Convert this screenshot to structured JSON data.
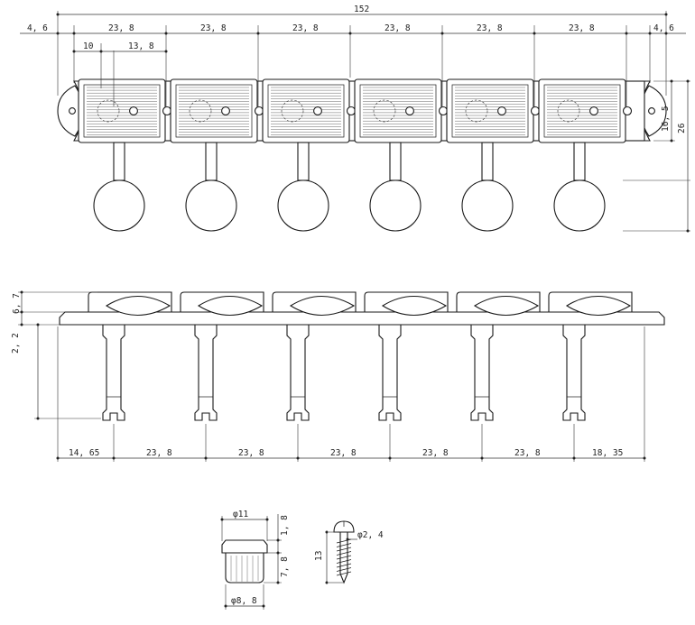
{
  "dimensions": {
    "overall_width": "152",
    "edge_left": "4, 6",
    "edge_right": "4, 6",
    "pitch": "23, 8",
    "hole_offset_a": "10",
    "hole_offset_b": "13, 8",
    "height_plate": "16, 5",
    "height_total": "26",
    "side_button_height": "6, 7",
    "side_plate_thickness": "2, 2",
    "side_post_left": "14, 65",
    "side_post_right": "18, 35",
    "bushing_top_diameter": "φ11",
    "bushing_flange": "1, 8",
    "bushing_body": "7, 8",
    "bushing_bottom_diameter": "φ8, 8",
    "screw_length": "13",
    "screw_diameter": "φ2, 4"
  },
  "drawing": {
    "tuner_count": 6,
    "pitch_mm": 23.8
  }
}
